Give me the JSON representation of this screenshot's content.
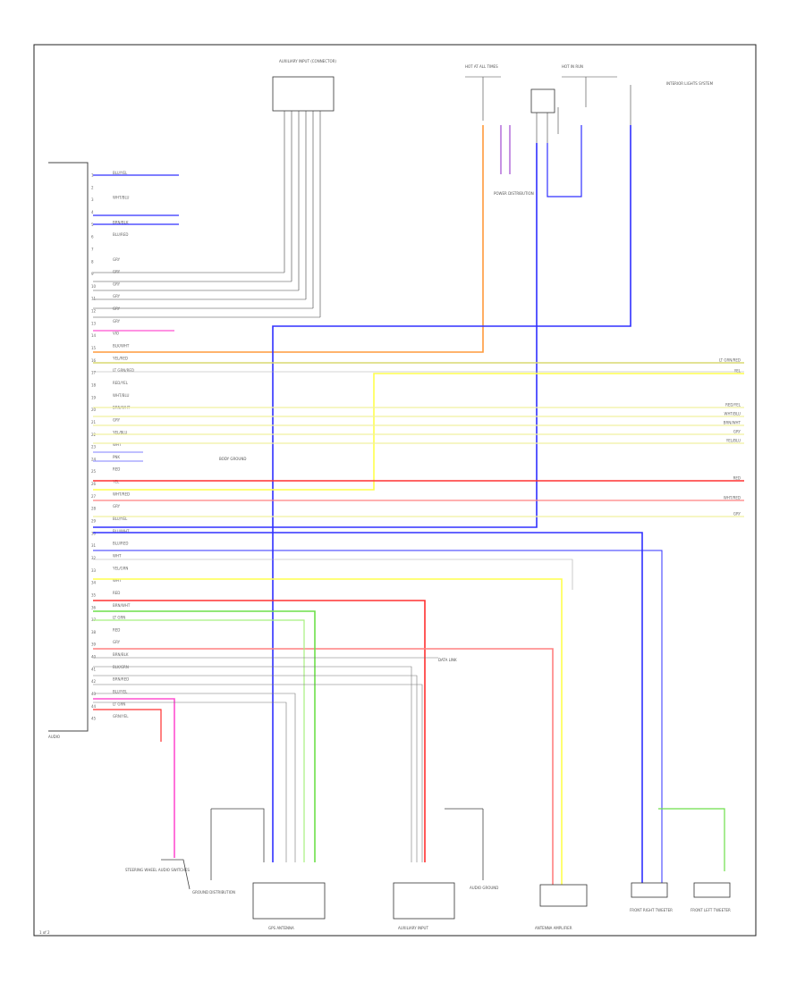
{
  "diagram": {
    "corner_label": "1 of 2",
    "blocks": {
      "main_module": "AUDIO",
      "top_unit": "AUXILIARY INPUT (CONNECTOR)",
      "fuse_block": "HOT AT ALL TIMES",
      "fuse_block2": "HOT IN RUN",
      "power_dist": "POWER DISTRIBUTION",
      "gps": "GPS ANTENNA",
      "aux_input": "AUXILIARY INPUT",
      "antenna_unit": "ANTENNA AMPLIFIER",
      "front_right_spk": "FRONT RIGHT TWEETER",
      "front_left_spk": "FRONT LEFT TWEETER",
      "left_ground": "GROUND DISTRIBUTION",
      "steering": "STEERING WHEEL AUDIO SWITCHES",
      "mid_ground": "AUDIO GROUND",
      "center_ground": "BODY GROUND",
      "data_link": "DATA LINK",
      "lighting": "INTERIOR LIGHTS SYSTEM"
    },
    "left_pins": [
      {
        "n": "1",
        "label": "BLU/YEL"
      },
      {
        "n": "2",
        "label": ""
      },
      {
        "n": "3",
        "label": "WHT/BLU"
      },
      {
        "n": "4",
        "label": ""
      },
      {
        "n": "5",
        "label": "BRN/BLK"
      },
      {
        "n": "6",
        "label": "BLU/RED"
      },
      {
        "n": "7",
        "label": ""
      },
      {
        "n": "8",
        "label": "GRY"
      },
      {
        "n": "9",
        "label": "GRY"
      },
      {
        "n": "10",
        "label": "GRY"
      },
      {
        "n": "11",
        "label": "GRY"
      },
      {
        "n": "12",
        "label": "GRY"
      },
      {
        "n": "13",
        "label": "GRY"
      },
      {
        "n": "14",
        "label": "VIO"
      },
      {
        "n": "15",
        "label": "BLK/WHT"
      },
      {
        "n": "16",
        "label": "YEL/RED"
      },
      {
        "n": "17",
        "label": "LT GRN/RED"
      },
      {
        "n": "18",
        "label": "RED/YEL"
      },
      {
        "n": "19",
        "label": "WHT/BLU"
      },
      {
        "n": "20",
        "label": "BRN/WHT"
      },
      {
        "n": "21",
        "label": "GRY"
      },
      {
        "n": "22",
        "label": "YEL/BLU"
      },
      {
        "n": "23",
        "label": "WHT"
      },
      {
        "n": "24",
        "label": "PNK"
      },
      {
        "n": "25",
        "label": "RED"
      },
      {
        "n": "26",
        "label": "YEL"
      },
      {
        "n": "27",
        "label": "WHT/RED"
      },
      {
        "n": "28",
        "label": "GRY"
      },
      {
        "n": "29",
        "label": "BLU/YEL"
      },
      {
        "n": "30",
        "label": "BLU/WHT"
      },
      {
        "n": "31",
        "label": "BLU/RED"
      },
      {
        "n": "32",
        "label": "WHT"
      },
      {
        "n": "33",
        "label": "YEL/GRN"
      },
      {
        "n": "34",
        "label": "WHT"
      },
      {
        "n": "35",
        "label": "RED"
      },
      {
        "n": "36",
        "label": "BRN/WHT"
      },
      {
        "n": "37",
        "label": "LT GRN"
      },
      {
        "n": "38",
        "label": "RED"
      },
      {
        "n": "39",
        "label": "GRY"
      },
      {
        "n": "40",
        "label": "BRN/BLK"
      },
      {
        "n": "41",
        "label": "BLK/GRN"
      },
      {
        "n": "42",
        "label": "BRN/RED"
      },
      {
        "n": "43",
        "label": "BLU/YEL"
      },
      {
        "n": "44",
        "label": "LT GRN"
      },
      {
        "n": "45",
        "label": "GRN/YEL"
      }
    ],
    "right_labels": [
      "LT GRN/RED",
      "YEL",
      "RED/YEL",
      "WHT/BLU",
      "BRN/WHT",
      "GRY",
      "YEL/BLU",
      "RED",
      "WHT/RED",
      "GRY"
    ],
    "colors": {
      "blue": "#3030ff",
      "orange": "#ff9a3c",
      "yellow": "#ffff4d",
      "red": "#ff3030",
      "green": "#6ddf4a",
      "violet": "#a04ad0",
      "pink": "#ff50d0",
      "gray": "#7d7d7d",
      "tan": "#cdb98a"
    }
  }
}
